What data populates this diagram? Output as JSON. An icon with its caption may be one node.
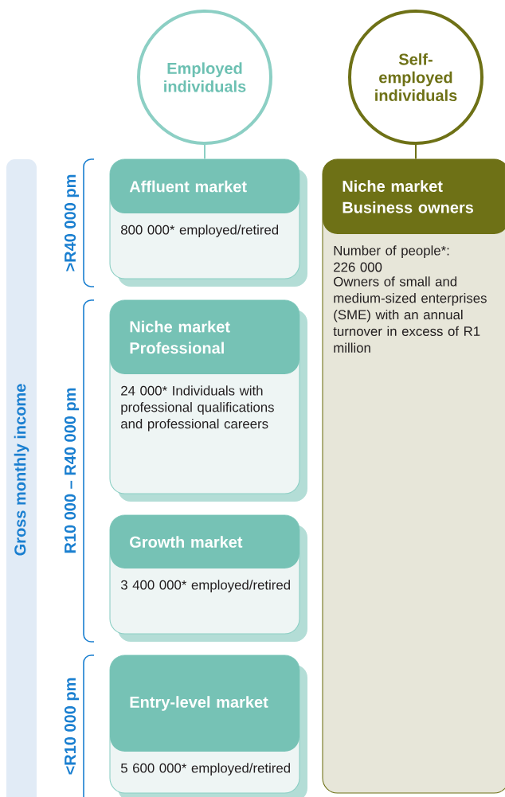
{
  "diagram": {
    "nodes": [
      {
        "text": [
          "Employed individuals"
        ]
      },
      {
        "text": [
          "Self-employed individuals"
        ]
      },
      {
        "text": [
          "Gross monthly income"
        ]
      },
      {
        "text": [
          "Affluent market",
          "800 000* employed/retired"
        ]
      },
      {
        "text": [
          "Niche market Professional",
          "24 000* Individuals with professional qualifications and professional careers"
        ]
      },
      {
        "text": [
          "Growth market",
          "3 400 000* employed/retired"
        ]
      },
      {
        "text": [
          "Entry-level market",
          "5 600 000* employed/retired"
        ]
      },
      {
        "text": [
          "Niche market Business owners",
          "Number of people*: 226 000",
          "Owners of small and medium-sized enterprises (SME) with an annual turnover in excess of R1 million"
        ]
      }
    ],
    "edges": [
      {
        "from": 0,
        "to": 3,
        "arrow": "none",
        "color": "#8ccfc4"
      },
      {
        "from": 1,
        "to": 7,
        "arrow": "none",
        "color": "#6e7116"
      }
    ],
    "labels": [
      ">R40 000 pm",
      "R10 000 – R40 000 pm",
      "<R10 000 pm"
    ]
  }
}
